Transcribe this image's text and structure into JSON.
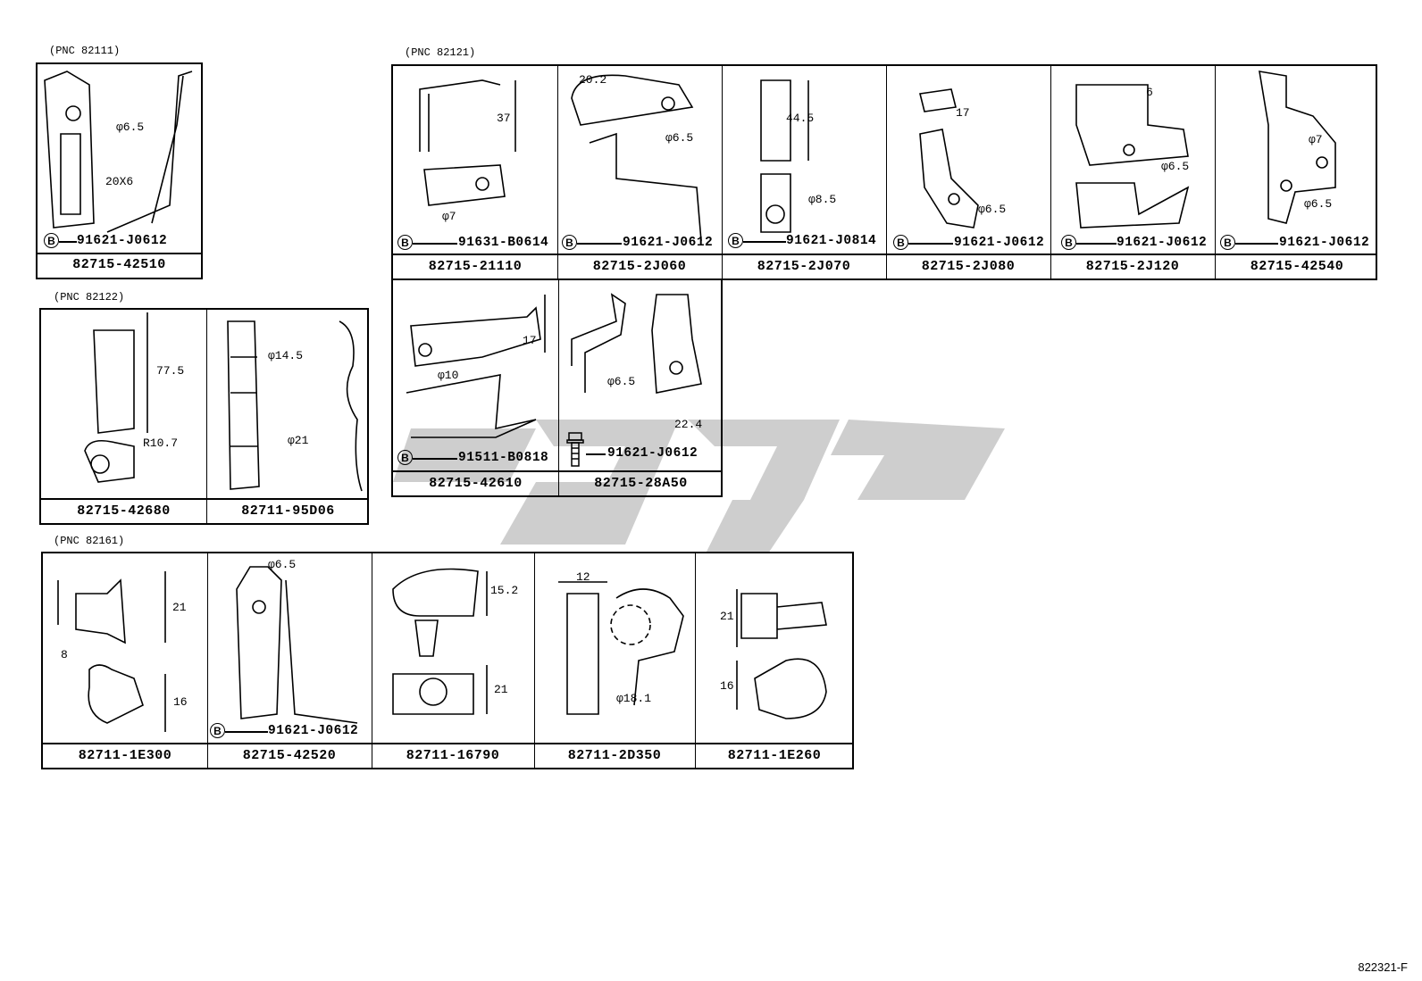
{
  "groups": {
    "g1": {
      "pnc": "(PNC 82111)",
      "parts": [
        {
          "part": "82715-42510",
          "bolt": "91621-J0612",
          "bolt_icon": "circled-B",
          "dims": [
            "φ6.5",
            "20X6"
          ]
        }
      ]
    },
    "g2": {
      "pnc": "(PNC 82121)",
      "parts": [
        {
          "part": "82715-21110",
          "bolt": "91631-B0614",
          "bolt_icon": "circled-B",
          "dims": [
            "37",
            "φ7"
          ]
        },
        {
          "part": "82715-2J060",
          "bolt": "91621-J0612",
          "bolt_icon": "circled-B",
          "dims": [
            "20.2",
            "φ6.5"
          ]
        },
        {
          "part": "82715-2J070",
          "bolt": "91621-J0814",
          "bolt_icon": "circled-B",
          "dims": [
            "44.5",
            "φ8.5"
          ]
        },
        {
          "part": "82715-2J080",
          "bolt": "91621-J0612",
          "bolt_icon": "circled-B",
          "dims": [
            "17",
            "φ6.5"
          ]
        },
        {
          "part": "82715-2J120",
          "bolt": "91621-J0612",
          "bolt_icon": "circled-B",
          "dims": [
            "6",
            "φ6.5"
          ]
        },
        {
          "part": "82715-42540",
          "bolt": "91621-J0612",
          "bolt_icon": "circled-B",
          "dims": [
            "φ7",
            "φ6.5"
          ]
        },
        {
          "part": "82715-42610",
          "bolt": "91511-B0818",
          "bolt_icon": "circled-B",
          "dims": [
            "17",
            "φ10"
          ]
        },
        {
          "part": "82715-28A50",
          "bolt": "91621-J0612",
          "bolt_icon": "bolt",
          "dims": [
            "φ6.5",
            "22.4"
          ]
        }
      ]
    },
    "g3": {
      "pnc": "(PNC 82122)",
      "parts": [
        {
          "part": "82715-42680",
          "dims": [
            "77.5",
            "R10.7"
          ]
        },
        {
          "part": "82711-95D06",
          "dims": [
            "φ14.5",
            "φ21"
          ]
        }
      ]
    },
    "g4": {
      "pnc": "(PNC 82161)",
      "parts": [
        {
          "part": "82711-1E300",
          "dims": [
            "21",
            "8",
            "16"
          ]
        },
        {
          "part": "82715-42520",
          "bolt": "91621-J0612",
          "bolt_icon": "circled-B",
          "dims": [
            "φ6.5"
          ]
        },
        {
          "part": "82711-16790",
          "dims": [
            "15.2",
            "21"
          ]
        },
        {
          "part": "82711-2D350",
          "dims": [
            "12",
            "φ18.1"
          ]
        },
        {
          "part": "82711-1E260",
          "dims": [
            "21",
            "16"
          ]
        }
      ]
    }
  },
  "bolt_symbol": "B",
  "footer": "822321-F",
  "watermark_color": "#c8c8c8"
}
